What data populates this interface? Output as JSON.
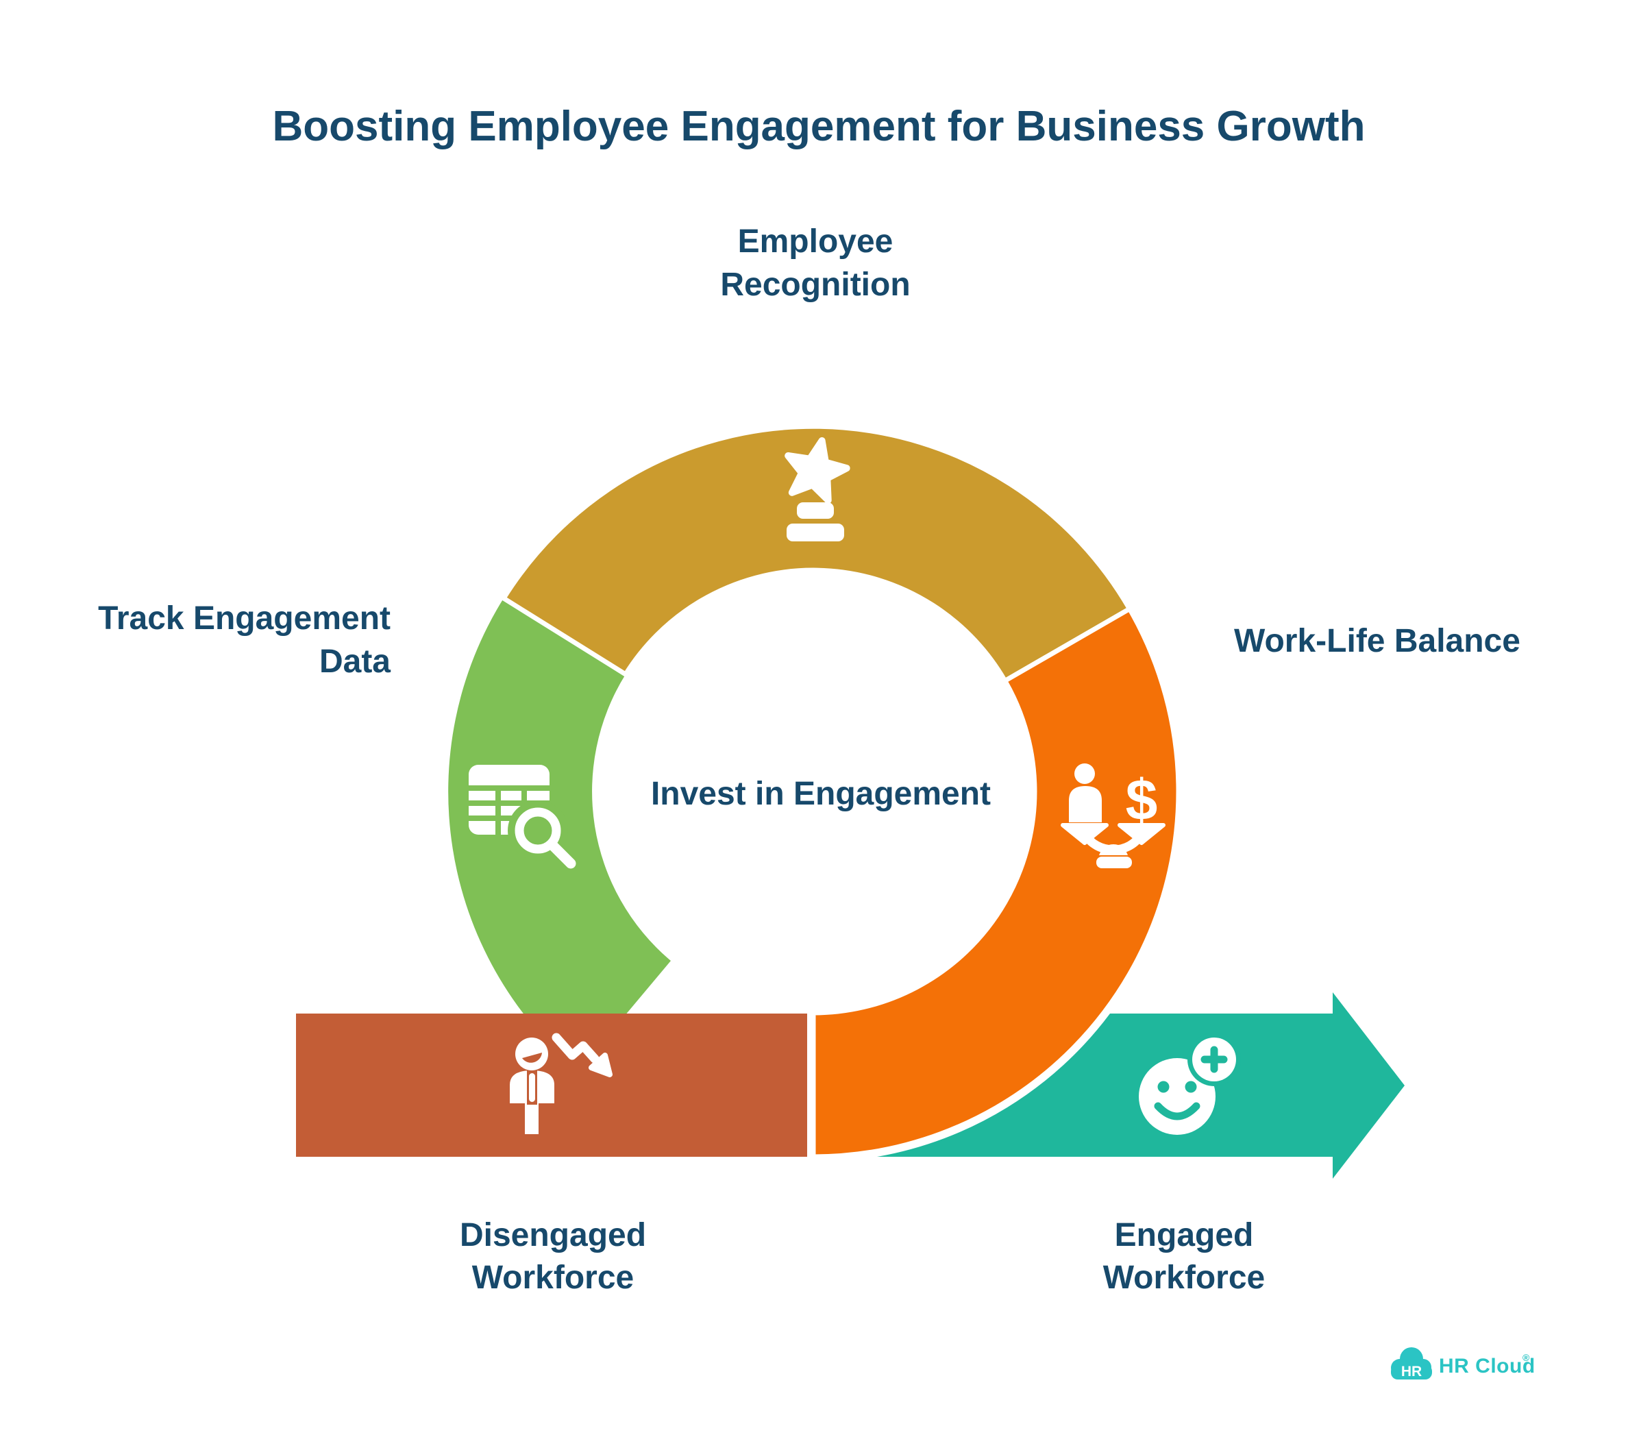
{
  "title": "Boosting Employee Engagement for Business Growth",
  "colors": {
    "navy": "#17496B",
    "gold": "#CB9B2E",
    "green": "#7FC055",
    "orange": "#F47107",
    "rust": "#C35D36",
    "teal": "#1FB79C",
    "logo_teal": "#2BC4C4",
    "white": "#FFFFFF"
  },
  "ring": {
    "center_label": "Invest in Engagement",
    "top_label_line1": "Employee",
    "top_label_line2": "Recognition",
    "left_label_line1": "Track Engagement",
    "left_label_line2": "Data",
    "right_label": "Work-Life Balance"
  },
  "flow": {
    "disengaged_line1": "Disengaged",
    "disengaged_line2": "Workforce",
    "engaged_line1": "Engaged",
    "engaged_line2": "Workforce"
  },
  "icons": {
    "top_segment": "trophy-star-icon",
    "left_segment": "data-table-search-icon",
    "right_segment": "person-dollar-balance-icon",
    "disengaged_bar": "declining-employee-icon",
    "engaged_arrow": "smiley-plus-icon",
    "dollar_sign": "$"
  },
  "logo": {
    "monogram": "HR",
    "name": "HR Cloud",
    "registered": "®"
  }
}
